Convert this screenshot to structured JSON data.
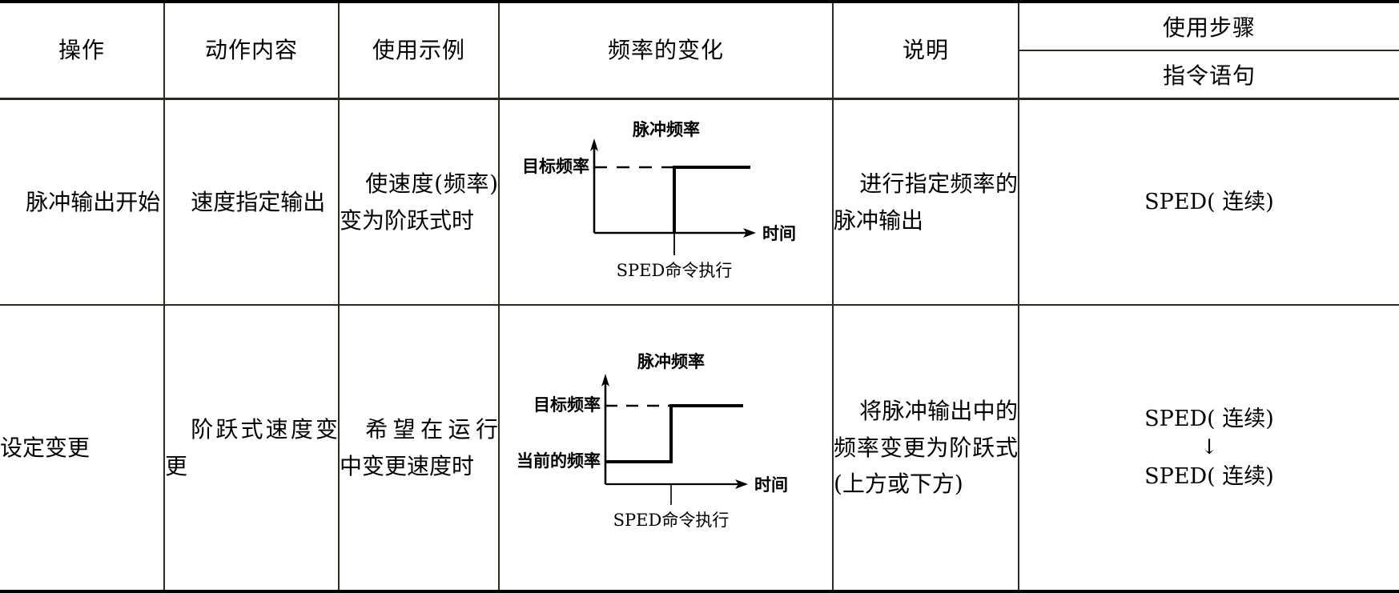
{
  "table": {
    "headers": [
      {
        "label": "操作"
      },
      {
        "label": "动作内容"
      },
      {
        "label": "使用示例"
      },
      {
        "label": "频率的变化"
      },
      {
        "label": "说明"
      }
    ],
    "header_stacked": {
      "top": "使用步骤",
      "bottom": "指令语句"
    },
    "rows": [
      {
        "operation": "脉冲输出开始",
        "action": "速度指定输出",
        "example": "使速度(频率)变为阶跃式时",
        "description": "进行指定频率的脉冲输出",
        "instruction_lines": [
          "SPED( 连续)"
        ],
        "chart": {
          "type": "line",
          "title": "脉冲频率",
          "ylabel_top": "目标频率",
          "ylabel_bottom": "",
          "xlabel": "时间",
          "event_label": "SPED命令执行",
          "series": [
            {
              "name": "脉冲频率",
              "x": [
                0.0,
                0.52,
                0.52,
                1.0
              ],
              "y": [
                0.0,
                0.0,
                1.0,
                1.0
              ]
            }
          ],
          "dashed_reference": {
            "y": 1.0,
            "x_from": 0.0,
            "x_to": 0.52
          },
          "event_marker_x": 0.52,
          "ylim": [
            0,
            1.2
          ],
          "xlim": [
            0,
            1
          ],
          "grid": false,
          "legend": "none"
        }
      },
      {
        "operation": "设定变更",
        "action": "阶跃式速度变更",
        "example": "希望在运行中变更速度时",
        "description": "将脉冲输出中的频率变更为阶跃式(上方或下方)",
        "instruction_lines": [
          "SPED( 连续)",
          "↓",
          "SPED( 连续)"
        ],
        "chart": {
          "type": "line",
          "title": "脉冲频率",
          "ylabel_top": "目标频率",
          "ylabel_bottom": "当前的频率",
          "xlabel": "时间",
          "event_label": "SPED命令执行",
          "series": [
            {
              "name": "脉冲频率",
              "x": [
                0.0,
                0.46,
                0.46,
                1.0
              ],
              "y": [
                0.35,
                0.35,
                1.0,
                1.0
              ]
            }
          ],
          "dashed_reference": {
            "y": 1.0,
            "x_from": 0.0,
            "x_to": 0.46
          },
          "event_marker_x": 0.46,
          "ylim": [
            0,
            1.2
          ],
          "xlim": [
            0,
            1
          ],
          "grid": false,
          "legend": "none"
        }
      }
    ]
  },
  "colors": {
    "border": "#2b2b1f",
    "text": "#000000",
    "background": "#ffffff",
    "stroke": "#000000"
  }
}
